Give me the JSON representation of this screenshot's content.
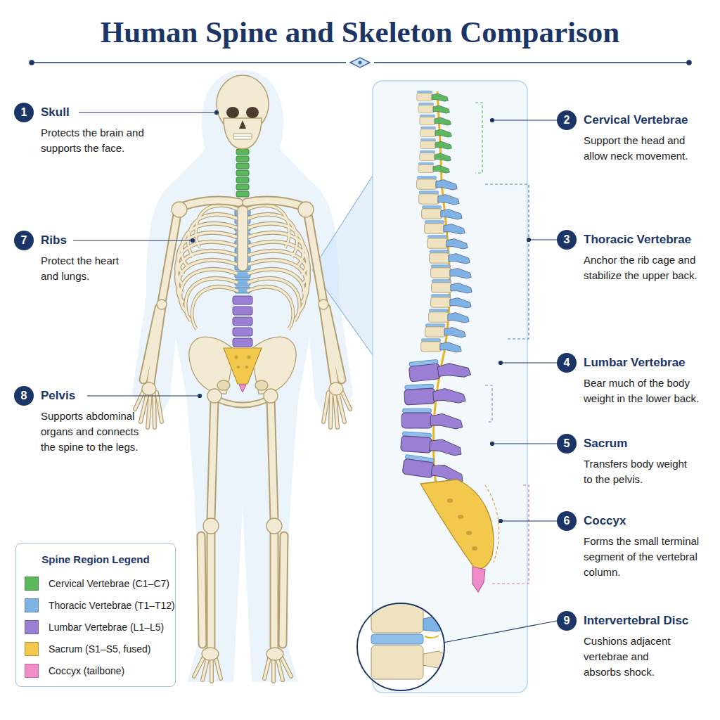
{
  "diagram": {
    "title": "Human Spine and Skeleton Comparison",
    "nodes": [
      {
        "text": [
          "1",
          "Skull",
          "Protects the brain and supports the face."
        ]
      },
      {
        "text": [
          "2",
          "Cervical Vertebrae",
          "Support the head and allow neck movement."
        ]
      },
      {
        "text": [
          "7",
          "Ribs",
          "Protect the heart and lungs."
        ]
      },
      {
        "text": [
          "3",
          "Thoracic Vertebrae",
          "Anchor the rib cage and stabilize the upper back."
        ]
      },
      {
        "text": [
          "4",
          "Lumbar Vertebrae",
          "Bear much of the body weight in the lower back."
        ]
      },
      {
        "text": [
          "8",
          "Pelvis",
          "Supports abdominal organs and connects the spine to the legs."
        ]
      },
      {
        "text": [
          "5",
          "Sacrum",
          "Transfers body weight to the pelvis."
        ]
      },
      {
        "text": [
          "6",
          "Coccyx",
          "Forms the small terminal segment of the vertebral column."
        ]
      },
      {
        "text": [
          "Spine Region Legend"
        ]
      },
      {
        "text": [
          "9",
          "Intervertebral Disc",
          "Cushions adjacent vertebrae and absorbs shock."
        ]
      }
    ],
    "legend": [
      {
        "text": "Cervical Vertebrae (C1–C7)",
        "color": "#5cb85c"
      },
      {
        "text": "Thoracic Vertebrae (T1–T12)",
        "color": "#7fb3e6"
      },
      {
        "text": "Lumbar Vertebrae (L1–L5)",
        "color": "#9b7fd4"
      },
      {
        "text": "Sacrum (S1–S5, fused)",
        "color": "#f2c94c"
      },
      {
        "text": "Coccyx (tailbone)",
        "color": "#f08cc8"
      }
    ]
  }
}
